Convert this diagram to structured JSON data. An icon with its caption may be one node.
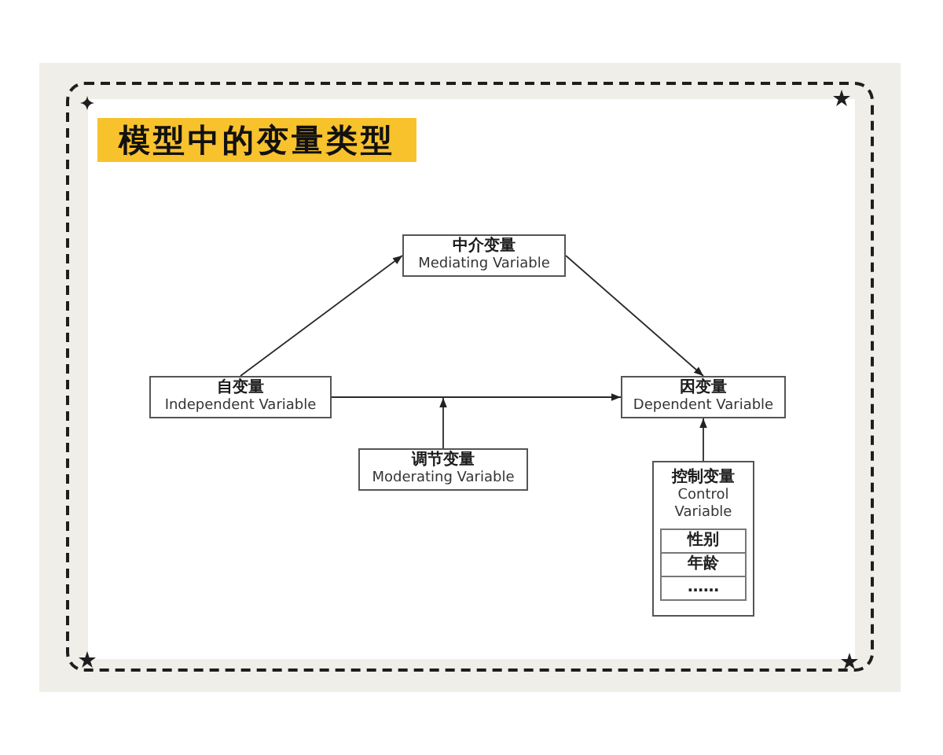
{
  "diagram": {
    "title": "模型中的变量类型",
    "nodes": [
      {
        "text": [
          "中介变量",
          "Mediating Variable"
        ]
      },
      {
        "text": [
          "自变量",
          "Independent Variable"
        ]
      },
      {
        "text": [
          "因变量",
          "Dependent Variable"
        ]
      },
      {
        "text": [
          "调节变量",
          "Moderating Variable"
        ]
      },
      {
        "text": [
          "控制变量",
          "Control Variable"
        ]
      },
      {
        "text": [
          "性别"
        ],
        "in": 4
      },
      {
        "text": [
          "年龄"
        ],
        "in": 4
      },
      {
        "text": [
          "……"
        ],
        "in": 4
      }
    ],
    "edges": [
      {
        "from": 1,
        "to": 0,
        "arrow": "to"
      },
      {
        "from": 0,
        "to": 2,
        "arrow": "to"
      },
      {
        "from": 1,
        "to": 2,
        "arrow": "to"
      },
      {
        "from": 3,
        "to": null,
        "arrow": "to"
      },
      {
        "from": 4,
        "to": 2,
        "arrow": "to"
      }
    ]
  }
}
